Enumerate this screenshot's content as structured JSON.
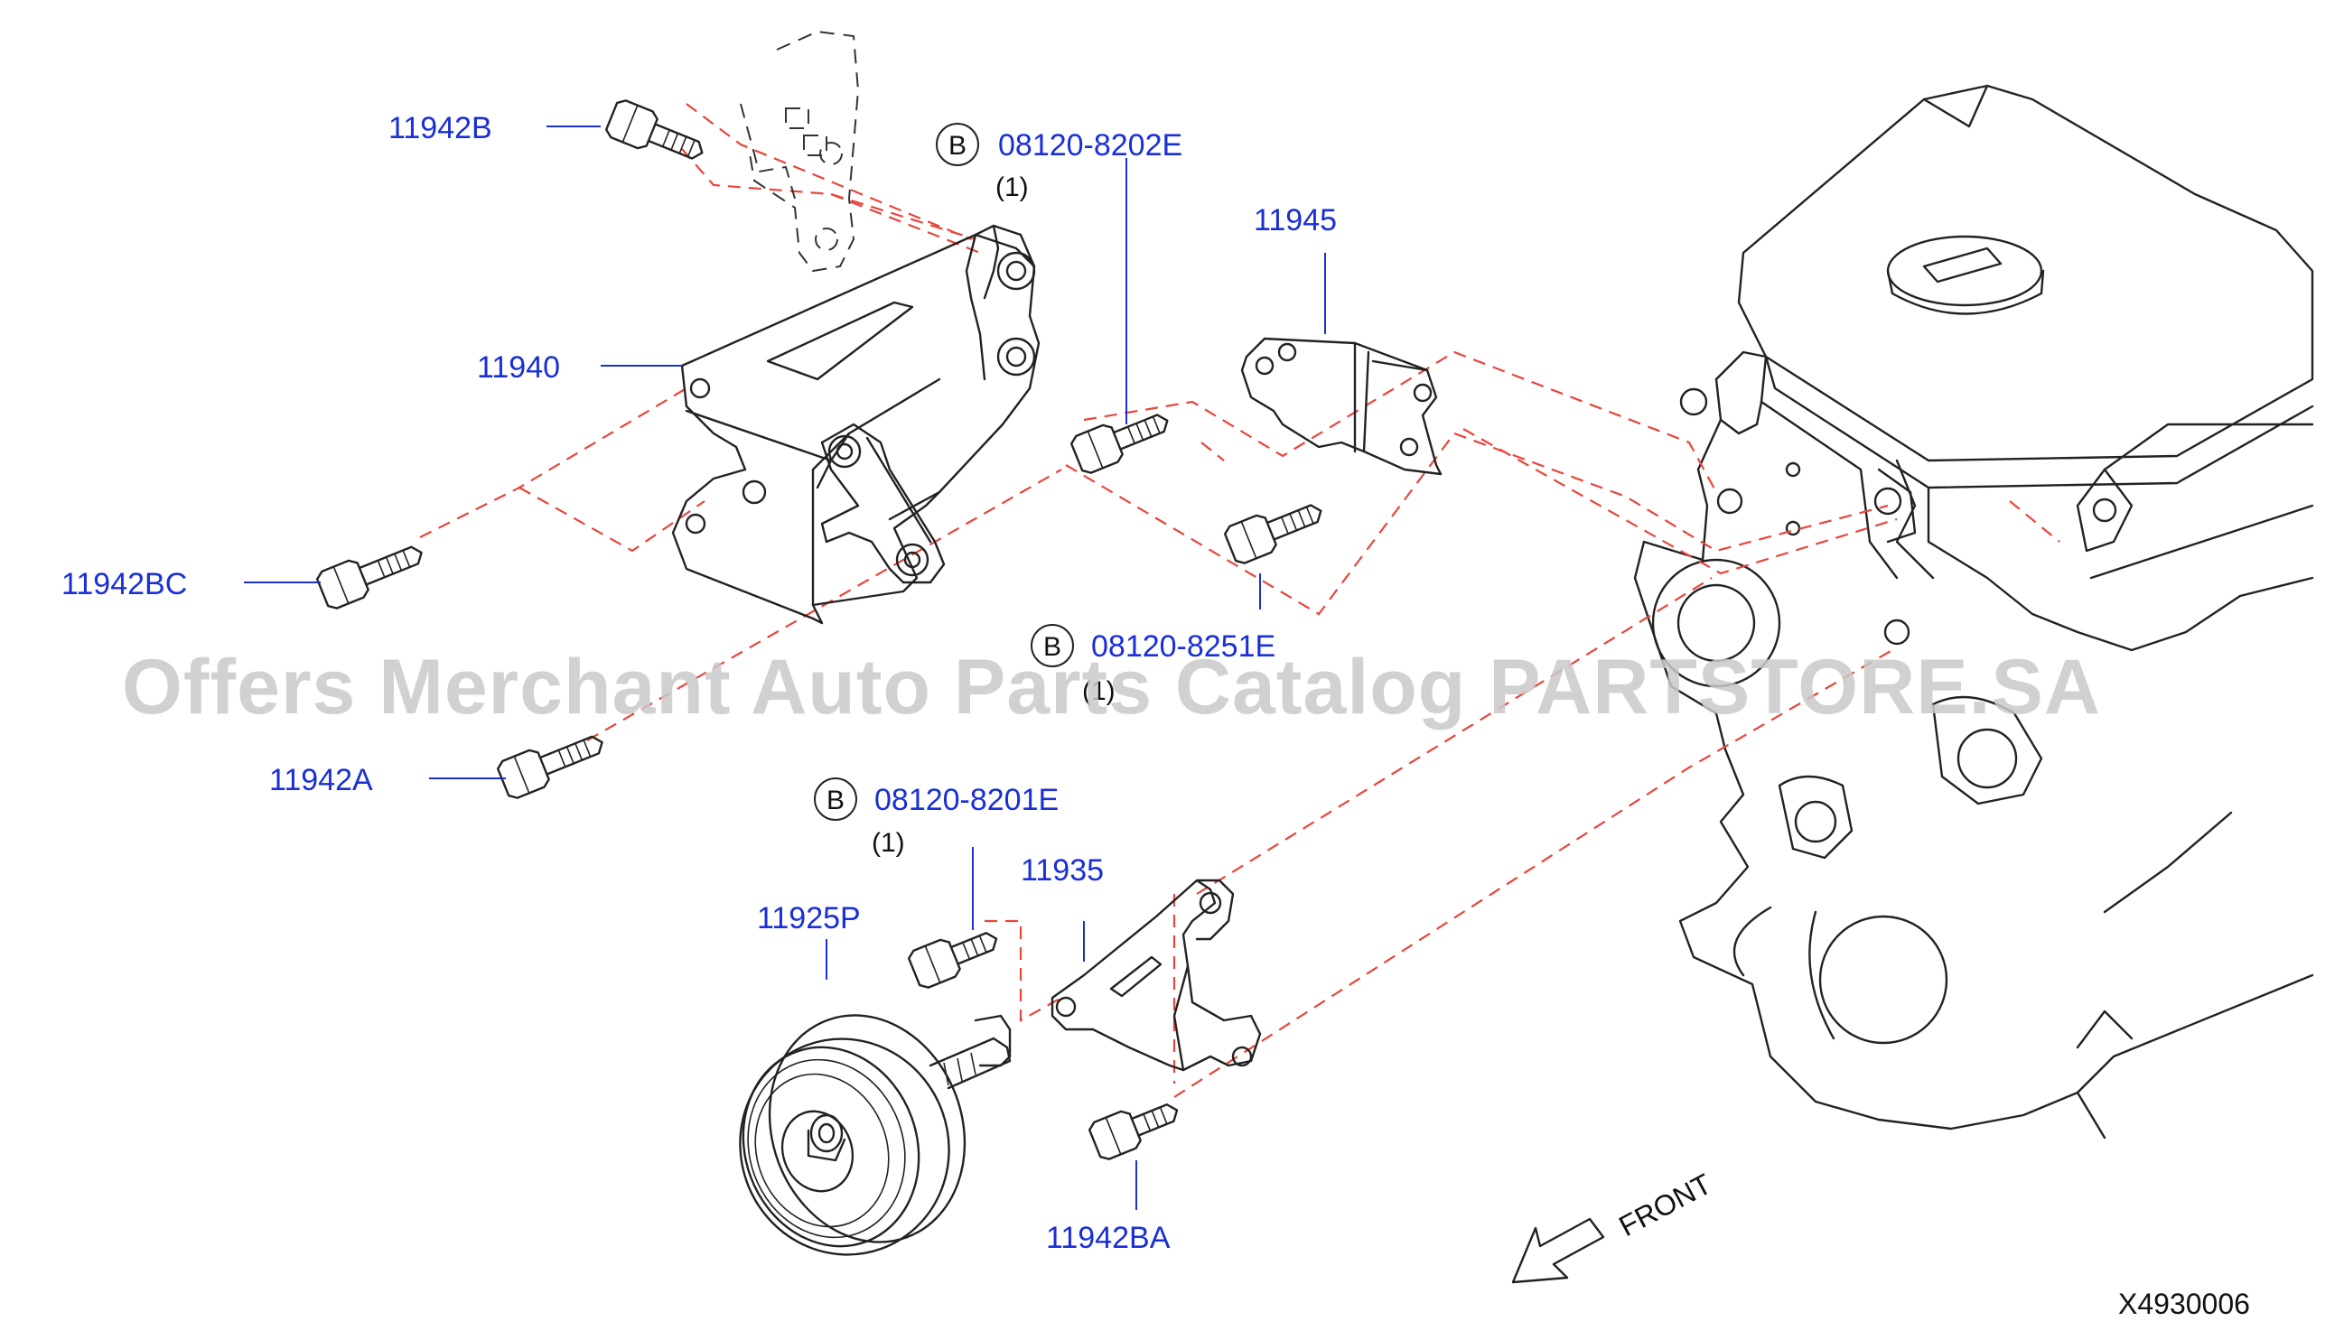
{
  "diagram": {
    "labels": [
      {
        "id": "lbl-11942B",
        "text": "11942B"
      },
      {
        "id": "lbl-11940",
        "text": "11940"
      },
      {
        "id": "lbl-11942BC",
        "text": "11942BC"
      },
      {
        "id": "lbl-11942A",
        "text": "11942A"
      },
      {
        "id": "lbl-08120-8202E",
        "text": "08120-8202E"
      },
      {
        "id": "lbl-11945",
        "text": "11945"
      },
      {
        "id": "lbl-08120-8251E",
        "text": "08120-8251E"
      },
      {
        "id": "lbl-08120-8201E",
        "text": "08120-8201E"
      },
      {
        "id": "lbl-11935",
        "text": "11935"
      },
      {
        "id": "lbl-11925P",
        "text": "11925P"
      },
      {
        "id": "lbl-11942BA",
        "text": "11942BA"
      }
    ],
    "quantities": {
      "q1": "(1)",
      "q2": "(1)",
      "q3": "(1)"
    },
    "b_marker": "B",
    "front_label": "FRONT",
    "reference_code": "X4930006",
    "watermark": "Offers Merchant Auto Parts Catalog PARTSTORE.SA",
    "colors": {
      "label_blue": "#1a2fd6",
      "dash_red": "#e8453c",
      "line_black": "#222222"
    }
  }
}
